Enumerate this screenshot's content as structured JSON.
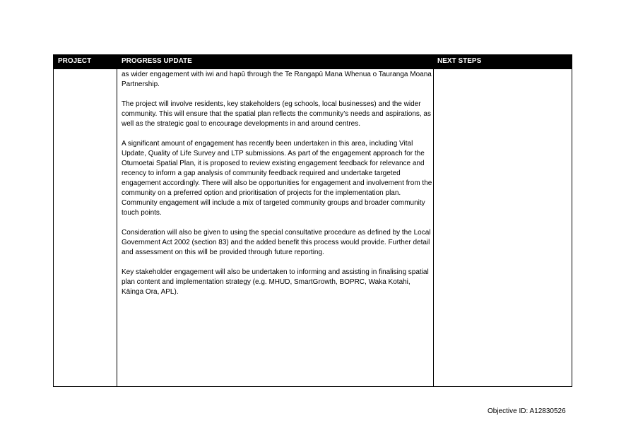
{
  "table": {
    "headers": {
      "project": "PROJECT",
      "progress_update": "PROGRESS UPDATE",
      "next_steps": "NEXT STEPS"
    },
    "progress_paragraphs": [
      "as wider engagement with iwi and hapū through the Te Rangapū Mana Whenua o Tauranga Moana Partnership.",
      "The project will involve residents, key stakeholders (eg schools, local businesses) and the wider community.  This will ensure that the spatial plan reflects the community’s needs and aspirations, as well as the strategic goal to encourage developments in and around centres.",
      "A significant amount of engagement has recently been undertaken in this area, including Vital Update, Quality of Life Survey and LTP submissions. As part of the engagement approach for the Otumoetai Spatial Plan, it is proposed to review existing engagement feedback for relevance and recency to inform a gap analysis of community feedback required and undertake targeted engagement accordingly. There will also be opportunities for engagement and involvement from the community on a preferred option and prioritisation of projects for the implementation plan. Community engagement will include a mix of targeted community groups and broader community touch points.",
      "Consideration will also be given to using the special consultative procedure as defined by the Local Government Act 2002 (section 83) and the added benefit this process would provide. Further detail and assessment on this will be provided through future reporting.",
      "Key stakeholder engagement will also be undertaken to informing and assisting in finalising spatial plan content and implementation strategy (e.g. MHUD, SmartGrowth, BOPRC, Waka Kotahi, Kāinga Ora, APL)."
    ]
  },
  "footer": {
    "objective_id": "Objective ID: A12830526"
  }
}
